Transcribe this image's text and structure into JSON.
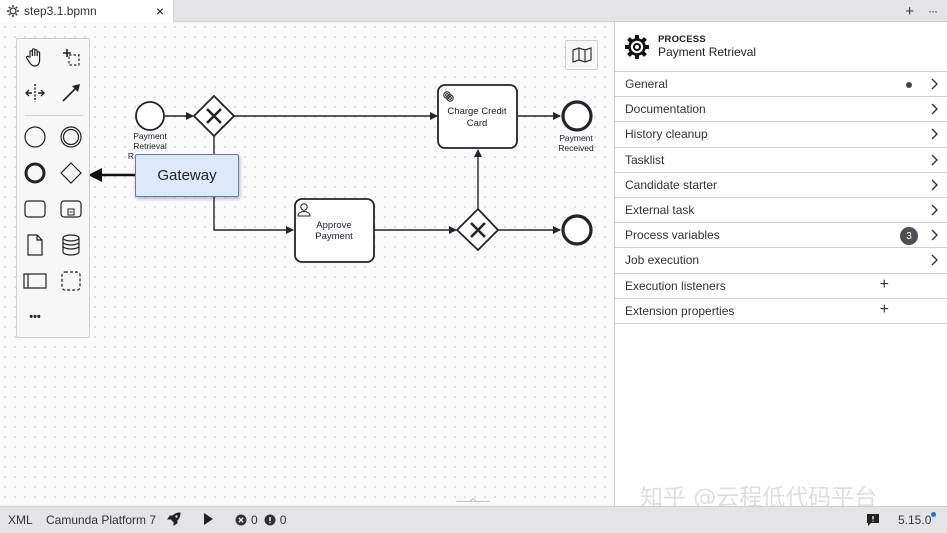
{
  "tab": {
    "title": "step3.1.bpmn",
    "close_symbol": "×",
    "icon": "gear-icon"
  },
  "tabbar_actions": {
    "new_symbol": "+",
    "more_symbol": "···"
  },
  "palette": {
    "tools": [
      "hand-tool-icon",
      "lasso-tool-icon",
      "space-tool-icon",
      "connect-tool-icon"
    ],
    "shapes": [
      "start-event-icon",
      "intermediate-event-icon",
      "end-event-icon",
      "gateway-icon",
      "task-icon",
      "subprocess-icon",
      "data-object-icon",
      "data-store-icon",
      "pool-icon",
      "group-icon"
    ],
    "more_symbol": "•••"
  },
  "diagram": {
    "start_event_label": "Payment Retrieval R...",
    "start_event_lines": [
      "Payment",
      "Retrieval",
      "R"
    ],
    "task1_lines": [
      "Charge Credit",
      "Card"
    ],
    "task2_lines": [
      "Approve",
      "Payment"
    ],
    "end_event_lines": [
      "Payment",
      "Received"
    ],
    "gateway_symbol": "X"
  },
  "tooltip": {
    "text": "Gateway"
  },
  "panel": {
    "type": "PROCESS",
    "name": "Payment Retrieval",
    "groups": [
      {
        "label": "General",
        "indicator": "dot"
      },
      {
        "label": "Documentation",
        "indicator": ""
      },
      {
        "label": "History cleanup",
        "indicator": ""
      },
      {
        "label": "Tasklist",
        "indicator": ""
      },
      {
        "label": "Candidate starter",
        "indicator": ""
      },
      {
        "label": "External task",
        "indicator": ""
      },
      {
        "label": "Process variables",
        "indicator": "count",
        "count": "3"
      },
      {
        "label": "Job execution",
        "indicator": ""
      },
      {
        "label": "Execution listeners",
        "indicator": "add",
        "add_symbol": "+"
      },
      {
        "label": "Extension properties",
        "indicator": "add",
        "add_symbol": "+"
      }
    ]
  },
  "watermark": "知乎 @云程低代码平台",
  "statusbar": {
    "xml": "XML",
    "platform": "Camunda Platform 7",
    "errors": "0",
    "warnings": "0",
    "version": "5.15.0"
  },
  "colors": {
    "accent_blue": "#1f6fde",
    "tooltip_bg": "#dbe9fb",
    "chrome_bg": "#e4e4e7"
  }
}
